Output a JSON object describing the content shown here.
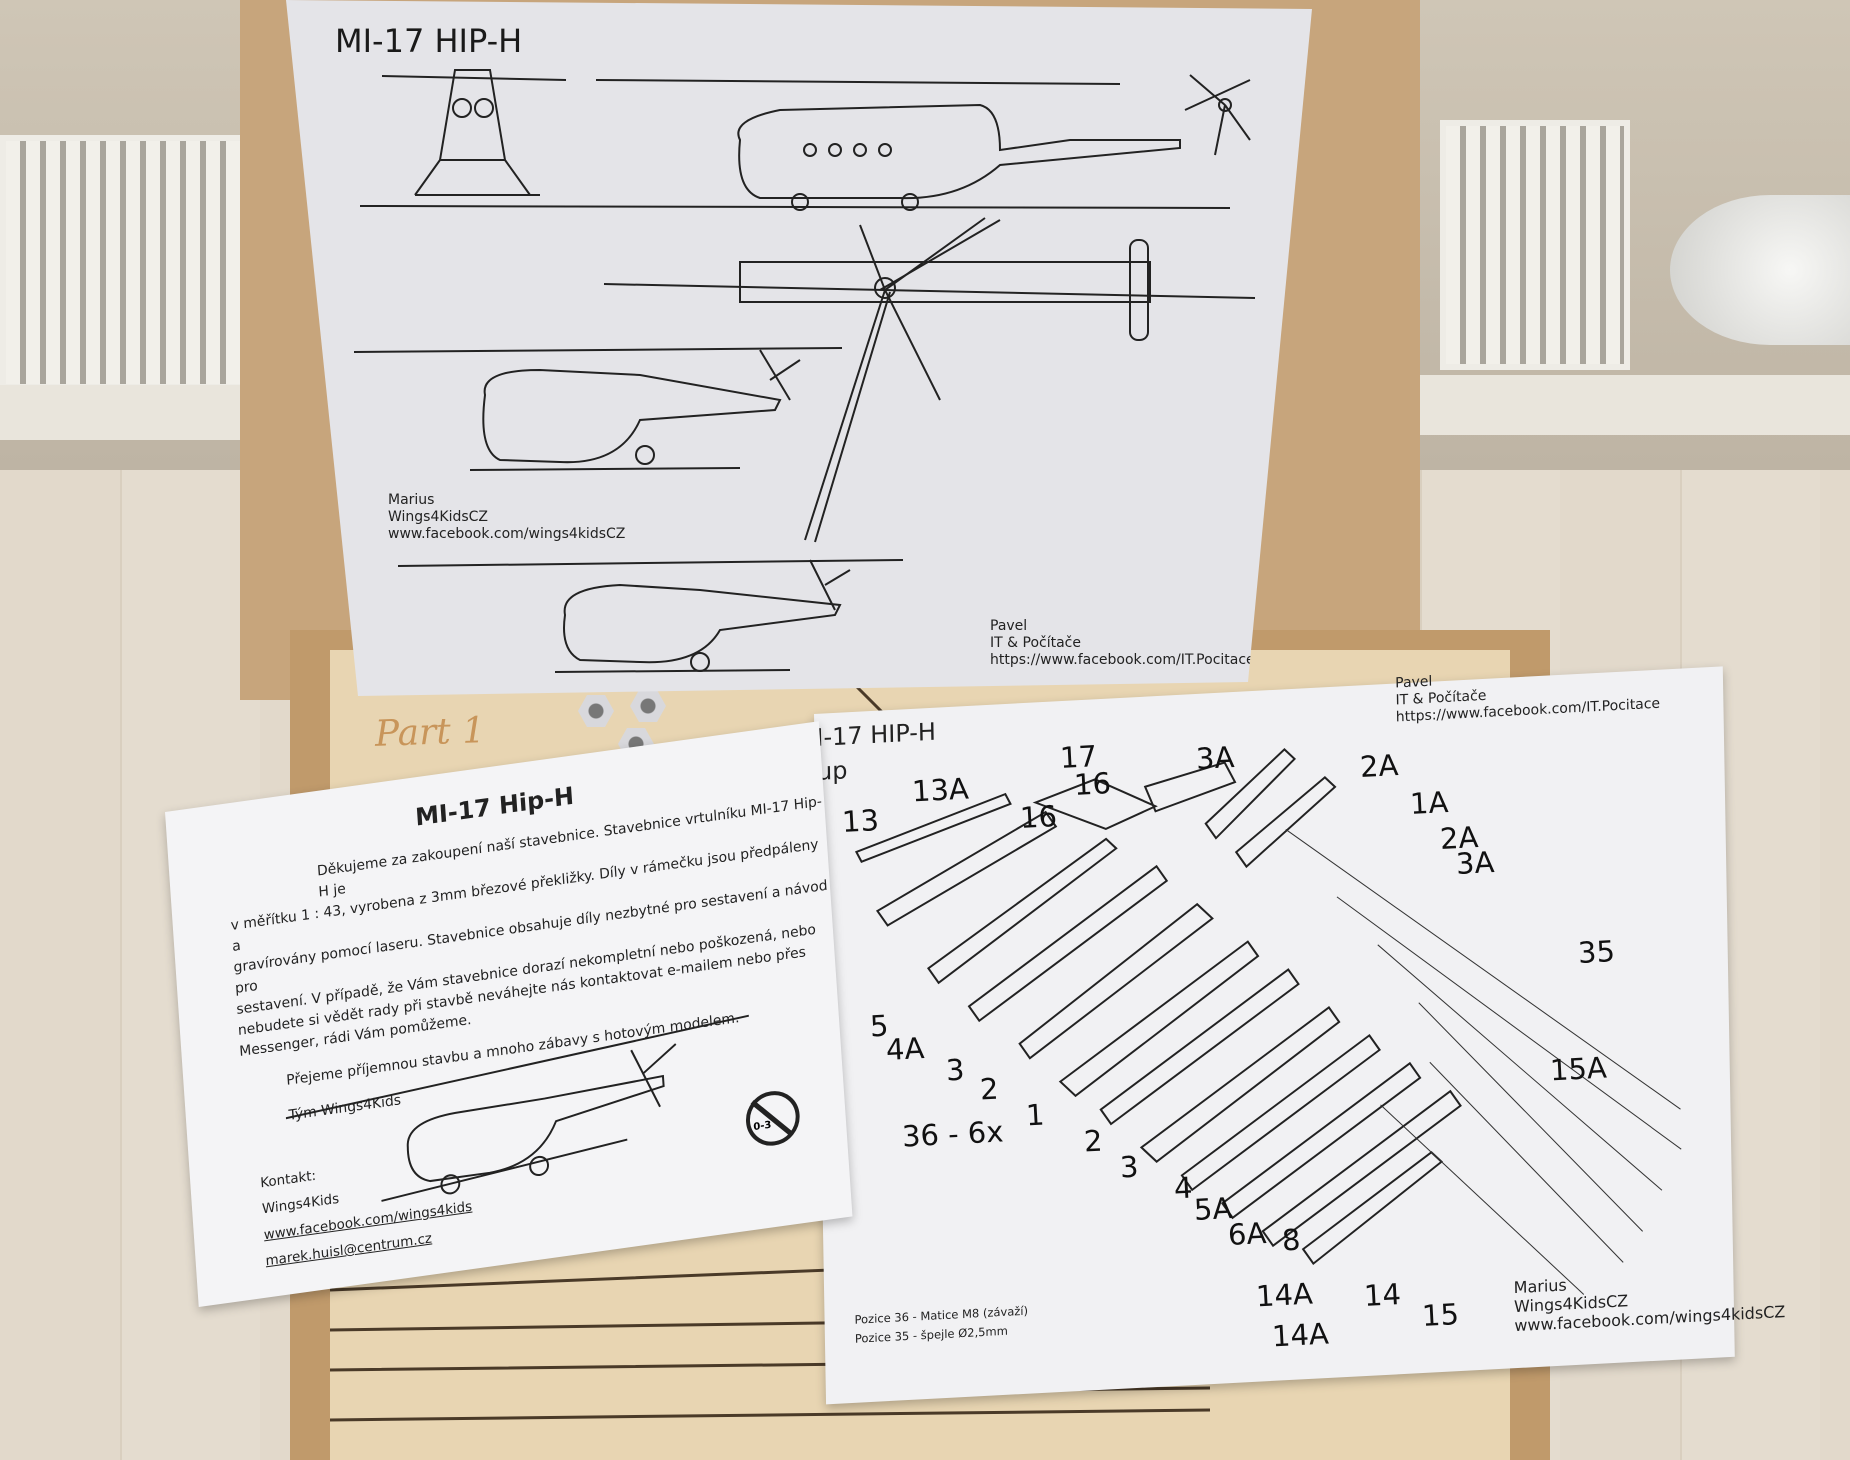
{
  "top_sheet": {
    "title": "MI-17 HIP-H",
    "credit_left": [
      "Marius",
      "Wings4KidsCZ",
      "www.facebook.com/wings4kidsCZ"
    ],
    "credit_right": [
      "Pavel",
      "IT & Počítače",
      "https://www.facebook.com/IT.Pocitace"
    ]
  },
  "plywood": {
    "part_label": "Part 1"
  },
  "intro_sheet": {
    "title": "MI-17 Hip-H",
    "paragraph": [
      "Děkujeme za zakoupení naší stavebnice. Stavebnice vrtulníku MI-17 Hip-H je",
      "v měřítku 1 : 43, vyrobena z 3mm březové překližky. Díly v rámečku jsou předpáleny a",
      "gravírovány pomocí laseru. Stavebnice obsahuje díly nezbytné pro sestavení a návod pro",
      "sestavení. V případě, že Vám stavebnice dorazí nekompletní nebo poškozená, nebo",
      "nebudete si vědět rady při stavbě neváhejte nás kontaktovat e-mailem nebo přes",
      "Messenger, rádi Vám pomůžeme."
    ],
    "wish": "Přejeme příjemnou stavbu a mnoho zábavy s hotovým modelem.",
    "team": "Tým Wings4Kids",
    "contact_label": "Kontakt:",
    "contact_name": "Wings4Kids",
    "contact_facebook": "www.facebook.com/wings4kids",
    "contact_email": "marek.huisl@centrum.cz",
    "age_warning": "0-3"
  },
  "diagram_sheet": {
    "title": "I-17 HIP-H",
    "subtitle": "up",
    "credit_top": [
      "Pavel",
      "IT & Počítače",
      "https://www.facebook.com/IT.Pocitace"
    ],
    "credit_bottom": [
      "Marius",
      "Wings4KidsCZ",
      "www.facebook.com/wings4kidsCZ"
    ],
    "notes": [
      "Pozice 36 - Matice M8 (závaží)",
      "Pozice 35 - špejle Ø2,5mm"
    ],
    "part_labels": [
      "17",
      "13A",
      "16",
      "13",
      "16",
      "3A",
      "2A",
      "1A",
      "2A",
      "3A",
      "35",
      "15A",
      "5",
      "4A",
      "3",
      "2",
      "36 - 6x",
      "1",
      "2",
      "3",
      "4",
      "5A",
      "6A",
      "8",
      "14A",
      "14",
      "15",
      "14A"
    ]
  }
}
